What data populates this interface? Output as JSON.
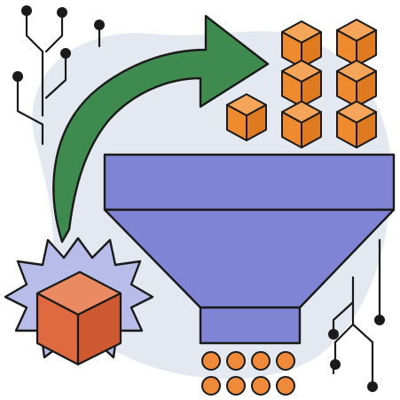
{
  "illustration": {
    "subject": "data-funnel-filtering",
    "icons": [
      "circuit-traces-icon",
      "curved-arrow-icon",
      "cube-stack-icon",
      "funnel-icon",
      "starburst-cube-icon",
      "output-dots-icon"
    ]
  },
  "colors": {
    "outline": "#1a1a1a",
    "background_blob": "#e4e8f0",
    "arrow_green": "#3e8a4f",
    "cube_orange_top": "#f5a55a",
    "cube_orange_front": "#f08a2e",
    "cube_orange_side": "#e07a20",
    "funnel_purple": "#7f84d4",
    "starburst_lavender": "#b7bce8",
    "big_cube_top": "#e98a62",
    "big_cube_front": "#e06a40",
    "big_cube_side": "#cf5a32",
    "dot_orange": "#ef8a3a"
  },
  "output_dots": {
    "rows": 2,
    "columns": 4
  },
  "cube_grid": {
    "columns_right": 2,
    "rows_right": 3,
    "extra_left": 1
  }
}
